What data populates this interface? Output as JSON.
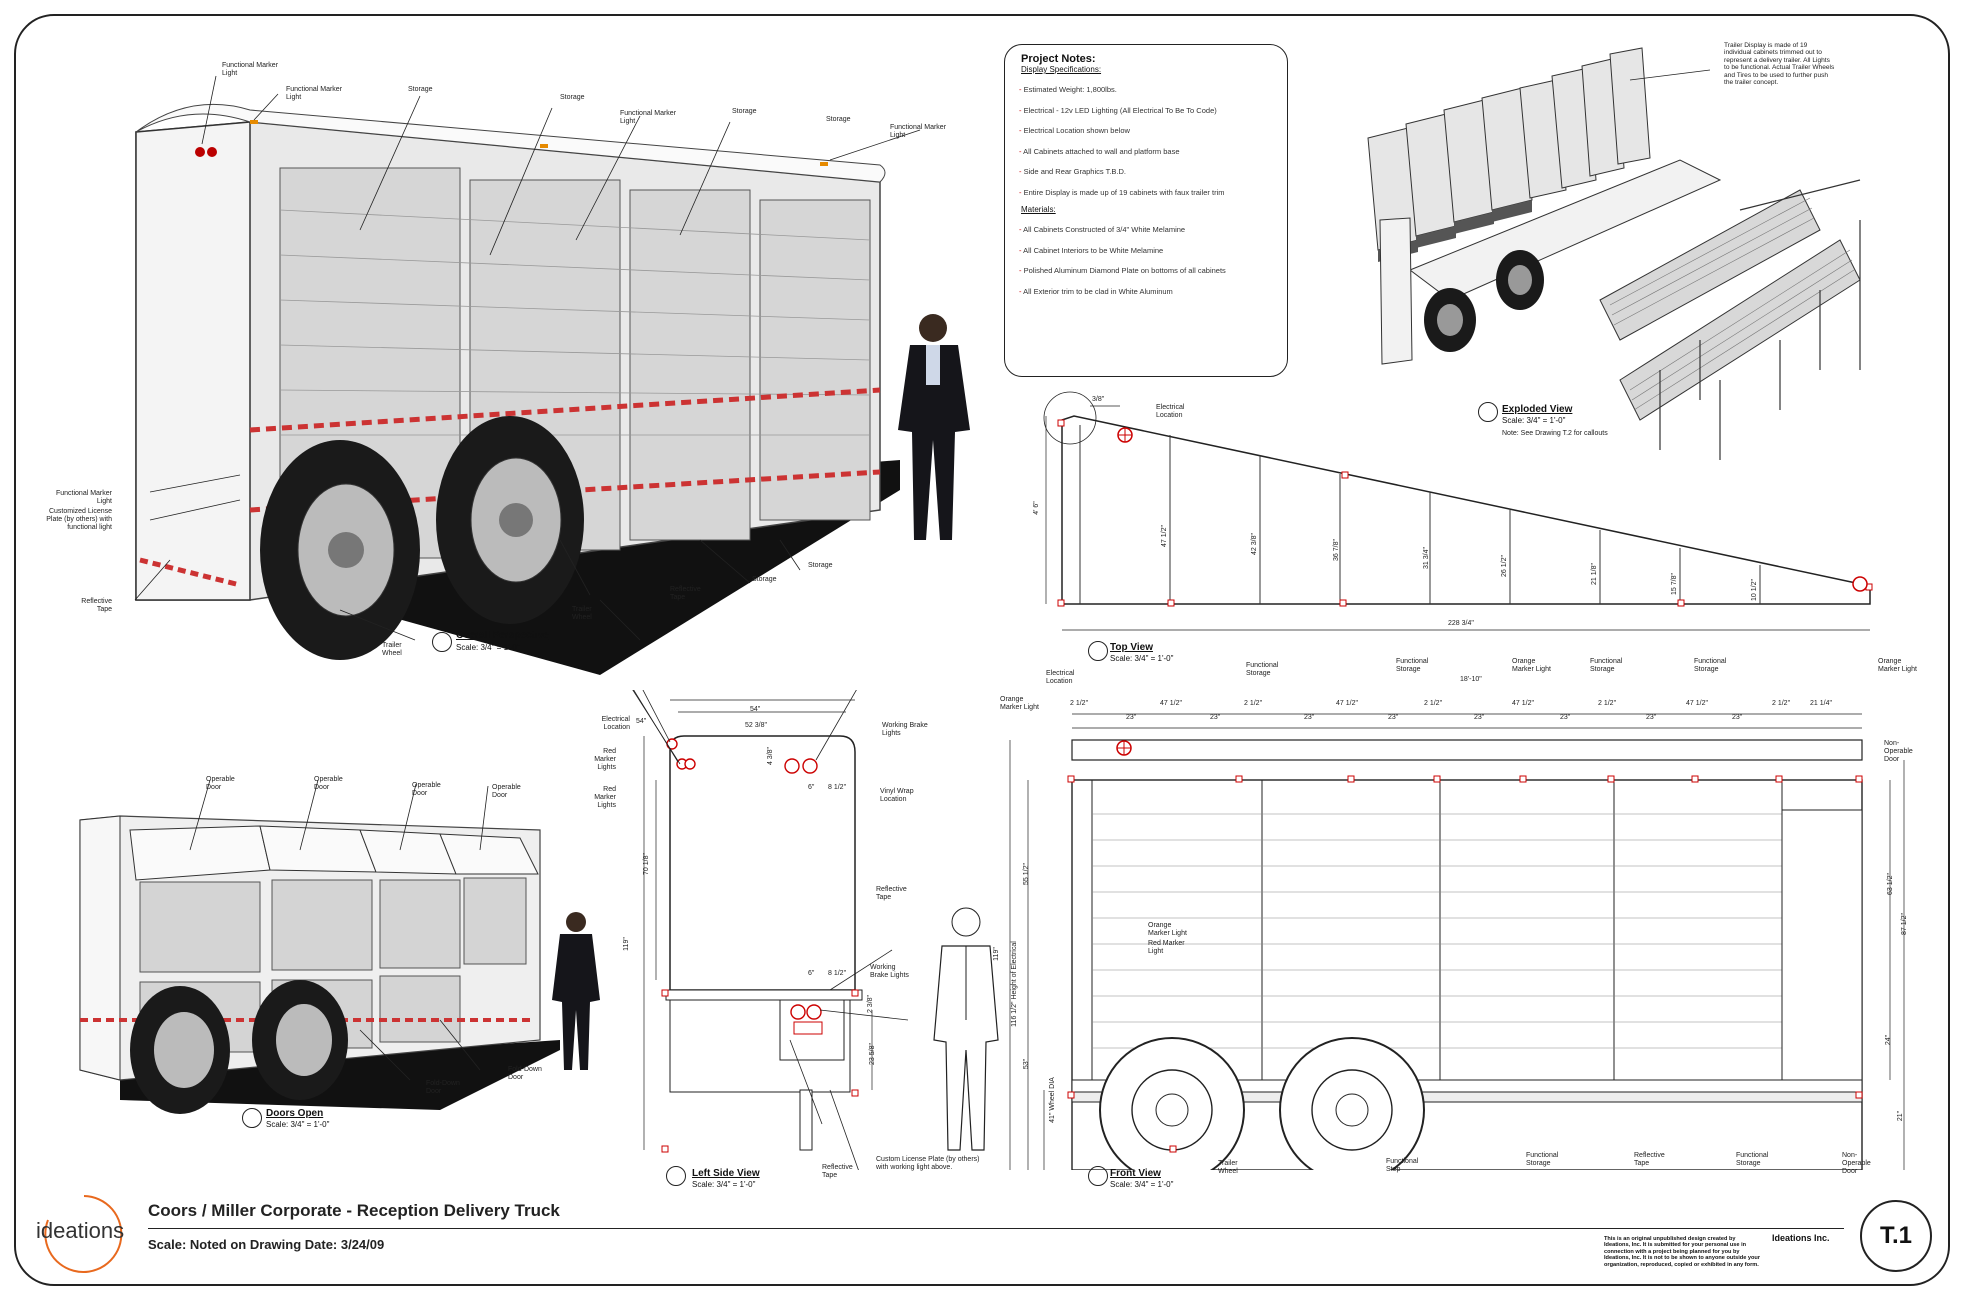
{
  "project": {
    "title": "Coors / Miller Corporate - Reception Delivery Truck",
    "scale_date": "Scale: Noted on Drawing    Date: 3/24/09",
    "logo_text": "ideations",
    "sheet_number": "T.1",
    "firm_name": "Ideations Inc.",
    "disclaimer": "This is an original unpublished design created by Ideations, Inc. It is submitted for your personal use in connection with a project being planned for you by Ideations, Inc. It is not to be shown to anyone outside your organization, reproduced, copied or exhibited in any form."
  },
  "notes": {
    "heading": "Project Notes:",
    "subheading": "Display Specifications:",
    "display_items": [
      "Estimated Weight: 1,800lbs.",
      "Electrical - 12v LED Lighting (All Electrical To Be To Code)",
      "Electrical Location shown below",
      "All Cabinets attached to wall and platform base",
      "Side and Rear Graphics T.B.D.",
      "Entire Display is made up of 19 cabinets with faux trailer trim"
    ],
    "materials_heading": "Materials:",
    "material_items": [
      "All Cabinets Constructed of 3/4\" White Melamine",
      "All Cabinet Interiors to be White Melamine",
      "Polished Aluminum Diamond Plate on bottoms of all cabinets",
      "All Exterior trim to be clad in White Aluminum"
    ]
  },
  "views": {
    "perspective": {
      "title": "Overall Perspective",
      "scale": "Scale: 3/4\" = 1'-0\""
    },
    "doors": {
      "title": "Doors Open",
      "scale": "Scale: 3/4\" = 1'-0\""
    },
    "left": {
      "title": "Left Side View",
      "scale": "Scale: 3/4\" = 1'-0\""
    },
    "top": {
      "title": "Top View",
      "scale": "Scale: 3/4\" = 1'-0\""
    },
    "front": {
      "title": "Front View",
      "scale": "Scale: 3/4\" = 1'-0\""
    },
    "exploded": {
      "title": "Exploded View",
      "scale": "Scale: 3/4\" = 1'-0\"",
      "note": "Note: See Drawing T.2 for callouts"
    }
  },
  "exploded_note": "Trailer Display is made of 19 individual cabinets trimmed out to represent a delivery trailer. All Lights to be functional. Actual Trailer Wheels and Tires to be used to further push the trailer concept.",
  "callouts": {
    "fml": "Functional Marker Light",
    "storage": "Storage",
    "reflective_tape": "Reflective Tape",
    "trailer_wheel": "Trailer Wheel",
    "license": "Customized License Plate (by others) with functional light",
    "operable_door": "Operable Door",
    "fold_down": "Fold-Down Door",
    "electrical_location": "Electrical Location",
    "red_marker": "Red Marker Lights",
    "working_brake": "Working Brake Lights",
    "vinyl_wrap": "Vinyl Wrap Location",
    "custom_license": "Custom License Plate (by others) with working light above.",
    "orange_marker": "Orange Marker Light",
    "functional_storage": "Functional Storage",
    "non_operable": "Non-Operable Door",
    "functional_step": "Functional Step",
    "red_marker_light": "Red Marker Light"
  },
  "dims": {
    "top": [
      "3/8\"",
      "4' 6\"",
      "47 1/2\"",
      "42 3/8\"",
      "36 7/8\"",
      "31 3/4\"",
      "26 1/2\"",
      "21 1/8\"",
      "15 7/8\"",
      "10 1/2\"",
      "228 3/4\""
    ],
    "left": [
      "54\"",
      "52 3/8\"",
      "4 3/8\"",
      "6\"",
      "8 1/2\"",
      "70 1/8\"",
      "119\"",
      "23 5/8\"",
      "2 3/8\""
    ],
    "front_top": [
      "2 1/2\"",
      "47 1/2\"",
      "23\"",
      "18'-10\"",
      "21 1/4\""
    ],
    "front_side": [
      "119\"",
      "55 1/2\"",
      "116 1/2\" Height of Electrical",
      "53\"",
      "41\" Wheel DIA",
      "63 1/2\"",
      "87 1/2\"",
      "24\"",
      "21\""
    ]
  }
}
